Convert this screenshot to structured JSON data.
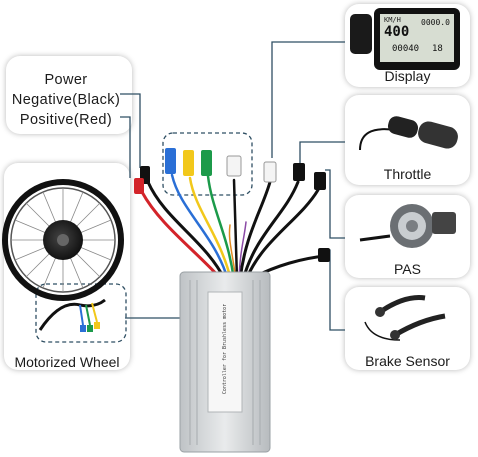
{
  "power": {
    "title": "Power",
    "negative": "Negative(Black)",
    "positive": "Positive(Red)"
  },
  "components": {
    "display": "Display",
    "throttle": "Throttle",
    "pas": "PAS",
    "brake": "Brake Sensor",
    "wheel": "Motorized Wheel"
  },
  "display_screen": {
    "mode": "KM/H",
    "speed": "400",
    "trip": "0000.0",
    "odo": "00040",
    "time": "18"
  },
  "controller_text": {
    "face": "Controller for Brushless motor"
  },
  "colors": {
    "line": "#2f4f63",
    "red_wire": "#d3242a",
    "blue_wire": "#2a6fd6",
    "yellow_wire": "#f2c81b",
    "green_wire": "#1c9a4a"
  }
}
